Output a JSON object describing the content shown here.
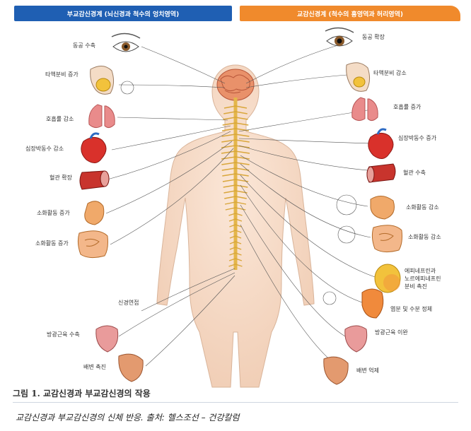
{
  "headers": {
    "left": "부교감신경계 (뇌신경과 척수의 엉치영역)",
    "right": "교감신경계 (척수의 흉영역과 허리영역)",
    "left_color": "#1f5fb3",
    "right_color": "#f08a2c"
  },
  "left_labels": {
    "pupil": "동공 수축",
    "saliva": "타액분비 증가",
    "breath": "호흡률 감소",
    "heart": "심장박동수 감소",
    "vessel": "혈관 확장",
    "digest1": "소화활동 증가",
    "digest2": "소화활동 증가",
    "ganglion": "신경연접",
    "bladder": "방광근육 수축",
    "excrete": "배변 촉진"
  },
  "right_labels": {
    "pupil": "동공 확장",
    "saliva": "타액분비 감소",
    "breath": "호흡률 증가",
    "heart": "심장박동수 증가",
    "vessel": "혈관 수축",
    "digest1": "소화활동 감소",
    "digest2": "소화활동 감소",
    "adrenal_1": "에피네프린과",
    "adrenal_2": "노르에피네프린",
    "adrenal_3": "분비 촉진",
    "glucose": "엽분 및 수분 정체",
    "bladder": "방광근육 이완",
    "excrete": "배변 억제"
  },
  "figure_caption": "그림 1. 교감신경과 부교감신경의 작용",
  "source_caption": "교감신경과 부교감신경의 신체 반응. 출처: 헬스조선 – 건강칼럼",
  "icons": [
    "eye-icon",
    "salivary-gland-icon",
    "lungs-icon",
    "heart-icon",
    "blood-vessel-icon",
    "stomach-icon",
    "intestine-icon",
    "bladder-icon",
    "rectum-icon",
    "adrenal-icon",
    "pancreas-icon",
    "brain-icon",
    "spinal-cord-icon"
  ]
}
